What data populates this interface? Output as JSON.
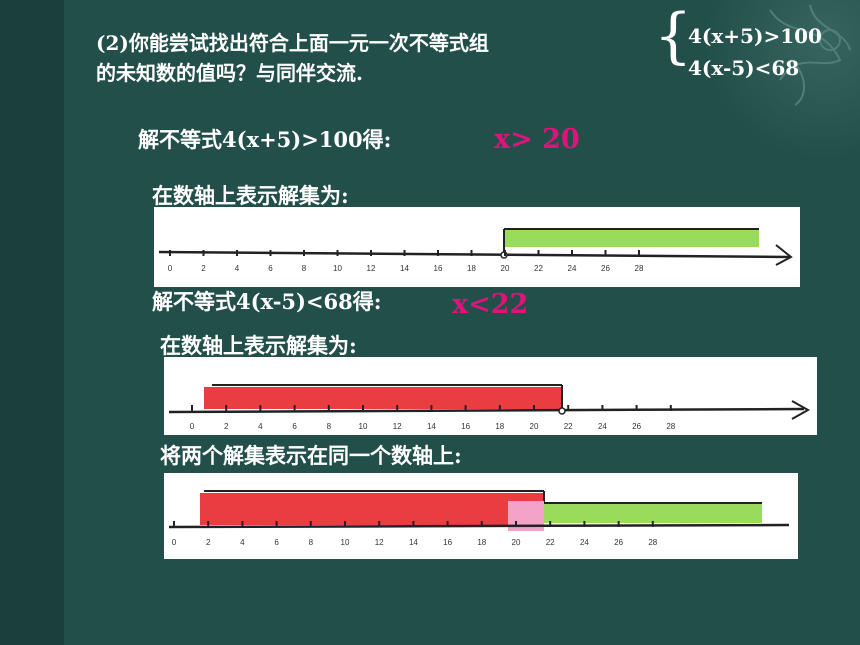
{
  "question": {
    "line1": "(2)你能尝试找出符合上面一元一次不等式组",
    "line2": "的未知数的值吗？与同伴交流."
  },
  "system": {
    "eq1": "4(x+5)>100",
    "eq2": "4(x-5)<68"
  },
  "step1": {
    "label": "解不等式4(x+5)>100得:",
    "answer": "x> 20"
  },
  "step2": {
    "label": "在数轴上表示解集为:"
  },
  "step3": {
    "label": "解不等式4(x-5)<68得:",
    "answer": "x<22"
  },
  "step4": {
    "label": "在数轴上表示解集为:"
  },
  "step5": {
    "label": "将两个解集表示在同一个数轴上:"
  },
  "number_line": {
    "ticks": [
      "0",
      "2",
      "4",
      "6",
      "8",
      "10",
      "12",
      "14",
      "16",
      "18",
      "20",
      "22",
      "24",
      "26",
      "28"
    ]
  },
  "colors": {
    "answer": "#e0137a",
    "green_shade": "#8ed84a",
    "red_shade": "#e8282e",
    "overlap": "#f4a3c8",
    "background": "#234f4b"
  }
}
